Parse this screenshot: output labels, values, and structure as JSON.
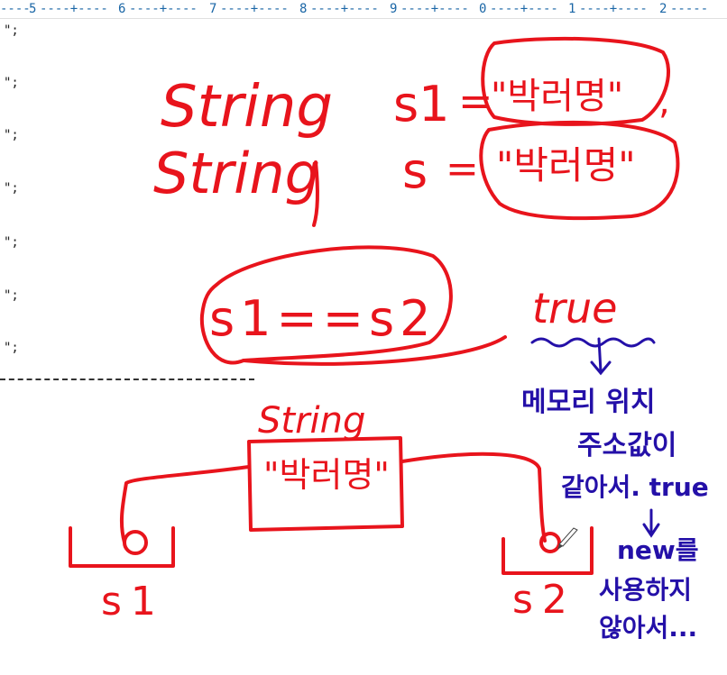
{
  "ruler": {
    "numbers": [
      "5",
      "6",
      "7",
      "8",
      "9",
      "0",
      "1",
      "2"
    ]
  },
  "code_lines": [
    "\";",
    "\";",
    "\";",
    "\";",
    "\";",
    "\";",
    "\";"
  ],
  "annotations": {
    "line1": {
      "keyword": "String",
      "var": "s1",
      "op": "=",
      "value": "\"박러명\"",
      "end": ","
    },
    "line2": {
      "keyword": "String",
      "var": "s",
      "op": "=",
      "value": "\"박러명\""
    },
    "comparison": "s1==s2",
    "result": "true",
    "explain1": "메모리 위치",
    "explain2": "주소값이",
    "explain3": "같아서. true",
    "explain4": "new를",
    "explain5": "사용하지",
    "explain6": "않아서...",
    "box_label": "String",
    "box_value": "\"박러명\"",
    "ref_left": "s1",
    "ref_right": "s2"
  },
  "colors": {
    "red_ink": "#e8141c",
    "blue_ink": "#2410a8",
    "ruler": "#1a66a6"
  },
  "icons": [
    "pen-cursor-icon"
  ]
}
